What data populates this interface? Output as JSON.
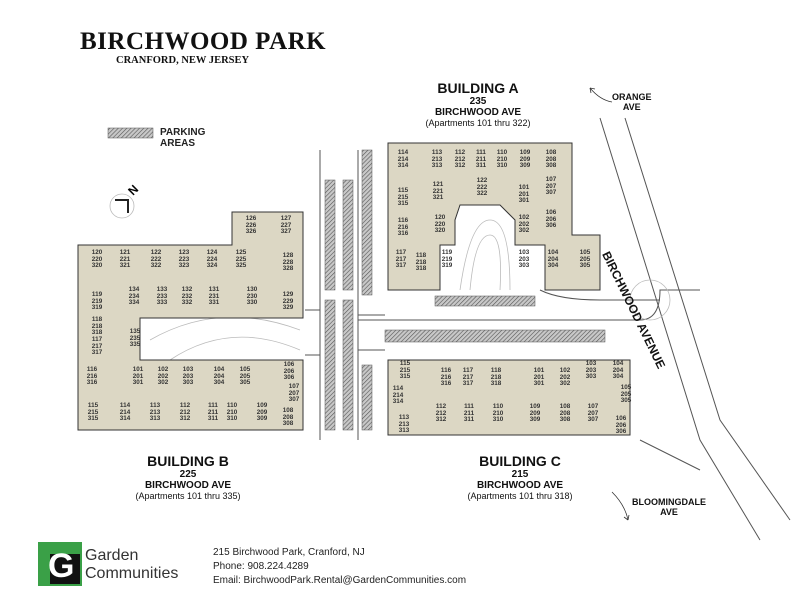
{
  "header": {
    "title": "BIRCHWOOD PARK",
    "subtitle": "CRANFORD, NEW JERSEY"
  },
  "legend": {
    "parking_label": "PARKING\nAREAS",
    "compass": "N"
  },
  "streets": {
    "orange": "ORANGE\nAVE",
    "birchwood_avenue": "BIRCHWOOD AVENUE",
    "bloomingdale": "BLOOMINGDALE\nAVE"
  },
  "buildings": {
    "A": {
      "name": "BUILDING A",
      "number": "235",
      "street": "BIRCHWOOD AVE",
      "range": "(Apartments 101 thru 322)",
      "units": [
        "114\n214\n314",
        "113\n213\n313",
        "112\n212\n312",
        "111\n211\n311",
        "110\n210\n310",
        "109\n209\n309",
        "108\n208\n308",
        "115\n215\n315",
        "121\n221\n321",
        "122\n222\n322",
        "101\n201\n301",
        "107\n207\n307",
        "116\n216\n316",
        "120\n220\n320",
        "102\n202\n302",
        "106\n206\n306",
        "117\n217\n317",
        "118\n218\n318",
        "119\n219\n319",
        "103\n203\n303",
        "104\n204\n304",
        "105\n205\n305"
      ]
    },
    "B": {
      "name": "BUILDING B",
      "number": "225",
      "street": "BIRCHWOOD AVE",
      "range": "(Apartments 101 thru 335)",
      "units": [
        "126\n226\n326",
        "127\n227\n327",
        "120\n220\n320",
        "121\n221\n321",
        "122\n222\n322",
        "123\n223\n323",
        "124\n224\n324",
        "125\n225\n325",
        "128\n228\n328",
        "119\n219\n319",
        "134\n234\n334",
        "133\n233\n333",
        "132\n232\n332",
        "131\n231\n331",
        "130\n230\n330",
        "129\n229\n329",
        "118\n218\n318",
        "135\n235\n335",
        "117\n217\n317",
        "116\n216\n316",
        "101\n201\n301",
        "102\n202\n302",
        "103\n203\n303",
        "104\n204\n304",
        "105\n205\n305",
        "106\n206\n306",
        "115\n215\n315",
        "114\n214\n314",
        "113\n213\n313",
        "112\n212\n312",
        "111\n211\n311",
        "110\n210\n310",
        "109\n209\n309",
        "107\n207\n307",
        "108\n208\n308"
      ]
    },
    "C": {
      "name": "BUILDING C",
      "number": "215",
      "street": "BIRCHWOOD AVE",
      "range": "(Apartments 101 thru 318)",
      "units": [
        "115\n215\n315",
        "116\n216\n316",
        "117\n217\n317",
        "118\n218\n318",
        "101\n201\n301",
        "102\n202\n302",
        "103\n203\n303",
        "104\n204\n304",
        "114\n214\n314",
        "105\n205\n305",
        "113\n213\n313",
        "112\n212\n312",
        "111\n211\n311",
        "110\n210\n310",
        "109\n209\n309",
        "108\n208\n308",
        "107\n207\n307",
        "106\n206\n306"
      ]
    }
  },
  "footer": {
    "logo_letter": "G",
    "logo_line1": "Garden",
    "logo_line2": "Communities",
    "address": "215 Birchwood Park, Cranford, NJ",
    "phone": "Phone: 908.224.4289",
    "email": "Email: BirchwoodPark.Rental@GardenCommunities.com"
  },
  "colors": {
    "building": "#dcd7c4",
    "outline": "#333333",
    "parking": "#8a8a8a",
    "logo_green": "#3aa047"
  }
}
